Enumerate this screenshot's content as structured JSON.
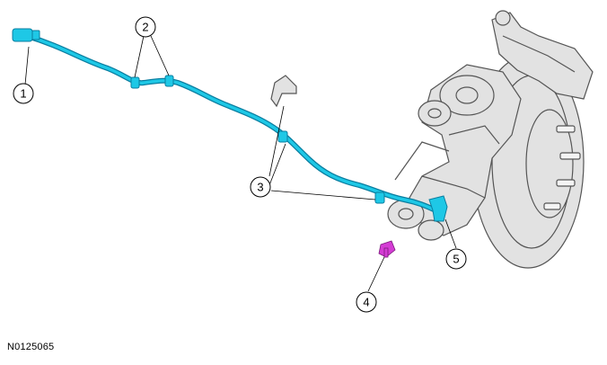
{
  "figure_id": "N0125065",
  "callouts": [
    {
      "label": "1"
    },
    {
      "label": "2"
    },
    {
      "label": "3"
    },
    {
      "label": "4"
    },
    {
      "label": "5"
    }
  ],
  "colors": {
    "harness": "#1ec8e6",
    "harness_outline": "#0a7ea0",
    "bolt": "#d43cd4",
    "hub_gray": "#e2e2e2"
  }
}
